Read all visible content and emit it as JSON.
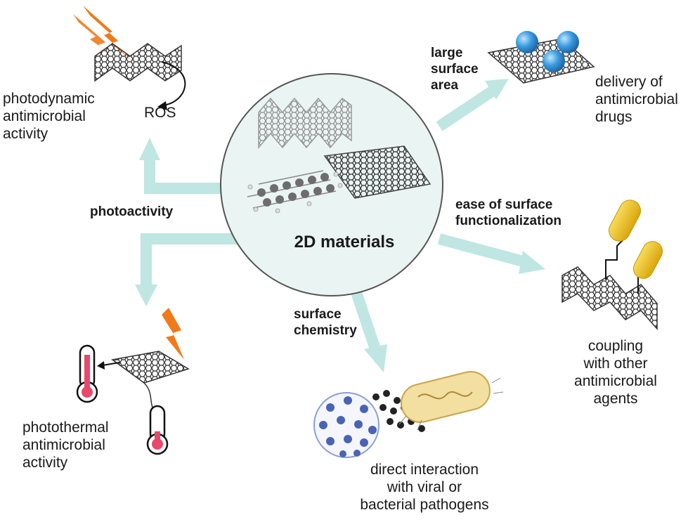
{
  "center": {
    "title": "2D materials"
  },
  "edges": [
    {
      "id": "photoactivity",
      "lines": [
        "photoactivity"
      ]
    },
    {
      "id": "large-surface-area",
      "lines": [
        "large",
        "surface",
        "area"
      ]
    },
    {
      "id": "surface-functionalization",
      "lines": [
        "ease of surface",
        "functionalization"
      ]
    },
    {
      "id": "surface-chemistry",
      "lines": [
        "surface",
        "chemistry"
      ]
    }
  ],
  "outcomes": [
    {
      "id": "photodynamic",
      "lines": [
        "photodynamic",
        "antimicrobial",
        "activity"
      ]
    },
    {
      "id": "ros",
      "lines": [
        "ROS"
      ]
    },
    {
      "id": "drug-delivery",
      "lines": [
        "delivery of",
        "antimicrobial",
        "drugs"
      ]
    },
    {
      "id": "coupling",
      "lines": [
        "coupling",
        "with other",
        "antimicrobial",
        "agents"
      ]
    },
    {
      "id": "photothermal",
      "lines": [
        "photothermal",
        "antimicrobial",
        "activity"
      ]
    },
    {
      "id": "direct-interaction",
      "lines": [
        "direct interaction",
        "with viral or",
        "bacterial pathogens"
      ]
    }
  ],
  "colors": {
    "arrow": "#bfe6e3",
    "circle_fill": "#eaf4f2",
    "circle_stroke": "#555555",
    "lightning": "#f07a1a",
    "sphere": "#3a9be0",
    "capsule": "#f2c21b",
    "thermometer": "#e8496b",
    "sheet": "#333333",
    "virus": "#4a63b5",
    "bacterium": "#f3dfa0"
  }
}
